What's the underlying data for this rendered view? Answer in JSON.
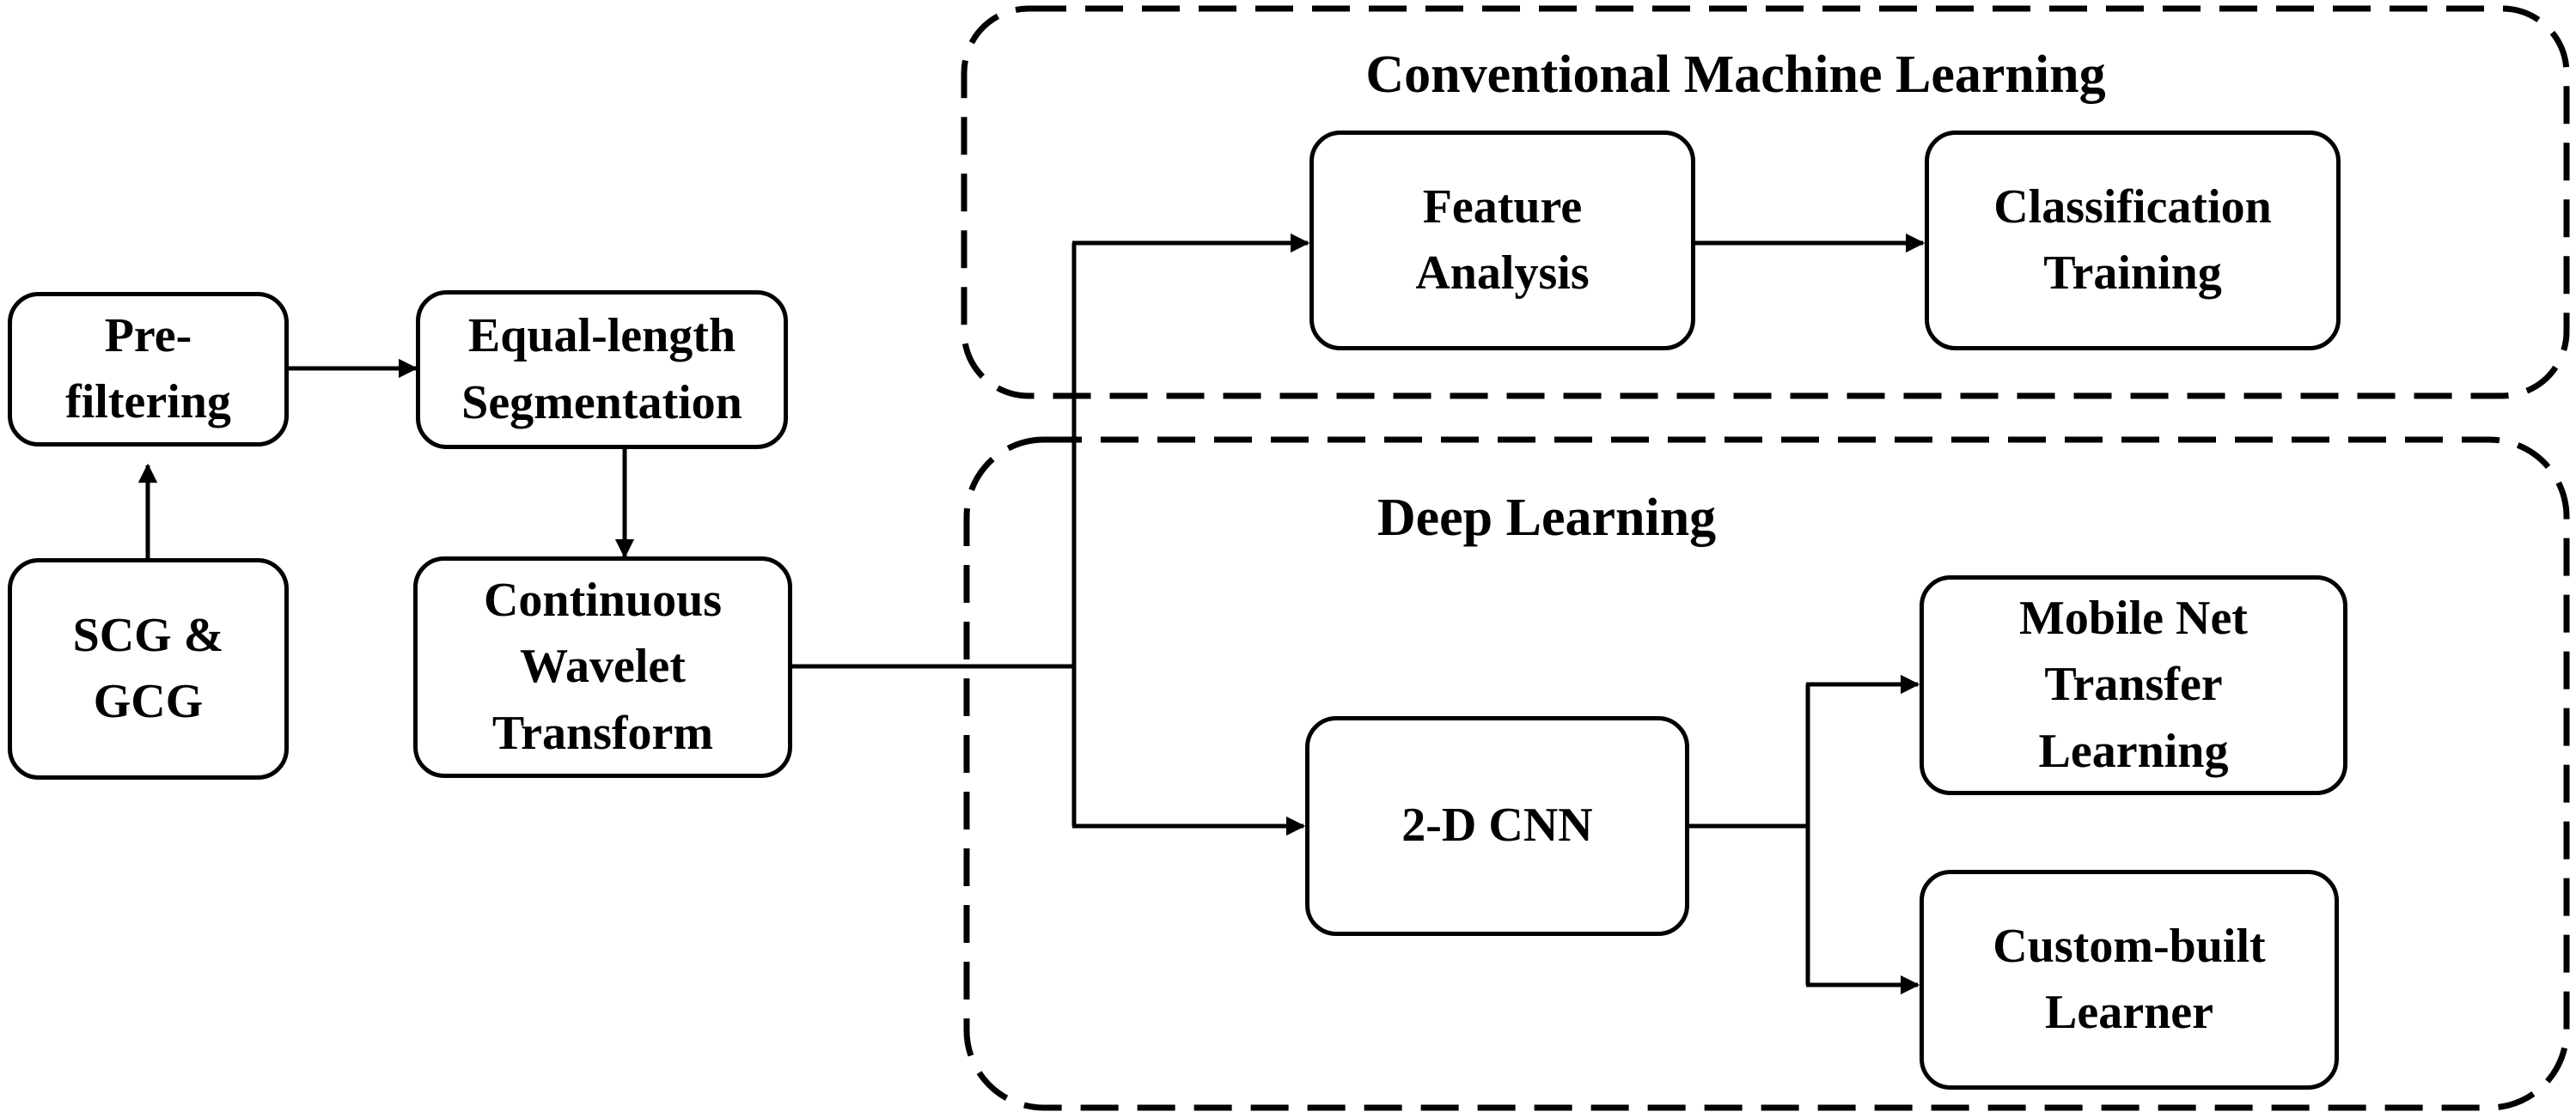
{
  "groups": {
    "conventional": {
      "title": "Conventional Machine Learning"
    },
    "deep": {
      "title": "Deep Learning"
    }
  },
  "boxes": {
    "prefiltering": "Pre-\nfiltering",
    "scg_gcg": "SCG &\nGCG",
    "segmentation": "Equal-length\nSegmentation",
    "cwt": "Continuous\nWavelet\nTransform",
    "feature_analysis": "Feature\nAnalysis",
    "classification_training": "Classification\nTraining",
    "cnn": "2-D CNN",
    "mobilenet": "Mobile Net\nTransfer\nLearning",
    "custom_learner": "Custom-built\nLearner"
  },
  "colors": {
    "stroke": "#000000",
    "background": "#ffffff"
  }
}
